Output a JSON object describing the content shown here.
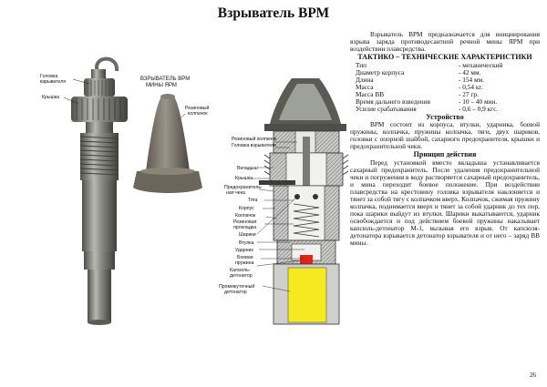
{
  "title": "Взрыватель ВРМ",
  "intro": "Взрыватель ВРМ предназначается для инициирования взрыва заряда противодесантной речной мины ЯРМ при воздействии плавсредства.",
  "tth_heading": "ТАКТИКО – ТЕХНИЧЕСКИЕ ХАРАКТЕРИСТИКИ",
  "specs": [
    {
      "k": "Тип",
      "v": "- механический"
    },
    {
      "k": "Диаметр корпуса",
      "v": "- 42 мм."
    },
    {
      "k": "Длина",
      "v": "- 154 мм."
    },
    {
      "k": "Масса",
      "v": "- 0,54 кг."
    },
    {
      "k": "Масса ВВ",
      "v": "- 27 гр."
    },
    {
      "k": "Время дальнего взведения",
      "v": "- 10 – 40 мин."
    },
    {
      "k": "Усилие срабатывания",
      "v": "- 0,6 – 0,9 кгс."
    }
  ],
  "device_heading": "Устройство",
  "device_text": "ВРМ состоит из корпуса, втулки, ударника, боевой пружины, колпачка, пружины колпачка, тяги, двух шариков, головки с опорной шайбой, сахарного предохранителя, крышки и предохранительной чеки.",
  "principle_heading": "Принцип действия",
  "principle_text": "Перед установкой вместо вкладыша устанавливается сахарный предохранитель. После удаления предохранительной чеки и погружения в воду растворяется сахарный предохранитель, и мина переходит боевое положение. При воздействии плавсредства на крестовину головка взрывателя наклоняется и тянет за собой тягу с колпачком вверх. Колпачок, сжимая пружину колпачка, поднимается вверх и тянет за собой ударник до тех пор, пока шарики выйдут из втулки. Шарики выкатываются, ударник освобождается и под действием боевой пружины накалывает капсюль-детонатор М-1, вызывая его взрыв. От капсюля-детонатора взрывается детонатор взрывателя и от него – заряд ВВ мины.",
  "page_number": "26",
  "photo_caption": [
    "ВЗРЫВАТЕЛЬ ВРМ",
    "МИНЫ ЯРМ"
  ],
  "photo_labels": {
    "head": [
      "Головка",
      "взрывателя"
    ],
    "cover": "Крышка",
    "cap": [
      "Резиновый",
      "колпачок"
    ]
  },
  "diagram_labels": {
    "rubber_cap": "Резиновый колпачок",
    "fuze_head": "Головка взрывателя",
    "insert": "Вкладыш",
    "cover": "Крышка",
    "safety_pin": [
      "Предохранитель-",
      "ная чека"
    ],
    "rod": "Тяга",
    "body": "Корпус",
    "cap": "Колпачок",
    "gasket": [
      "Резиновая",
      "прокладка"
    ],
    "balls": "Шарики",
    "sleeve": "Втулка",
    "striker": "Ударник",
    "spring": [
      "Боевая",
      "пружина"
    ],
    "detonator_cap": [
      "Капсюль-",
      "детонатор"
    ],
    "booster": [
      "Промежуточный",
      "детонатор"
    ]
  },
  "colors": {
    "yellow": "#f4ea1f",
    "red": "#e2231a",
    "metal": "#8d8d87",
    "dark": "#55574f"
  }
}
